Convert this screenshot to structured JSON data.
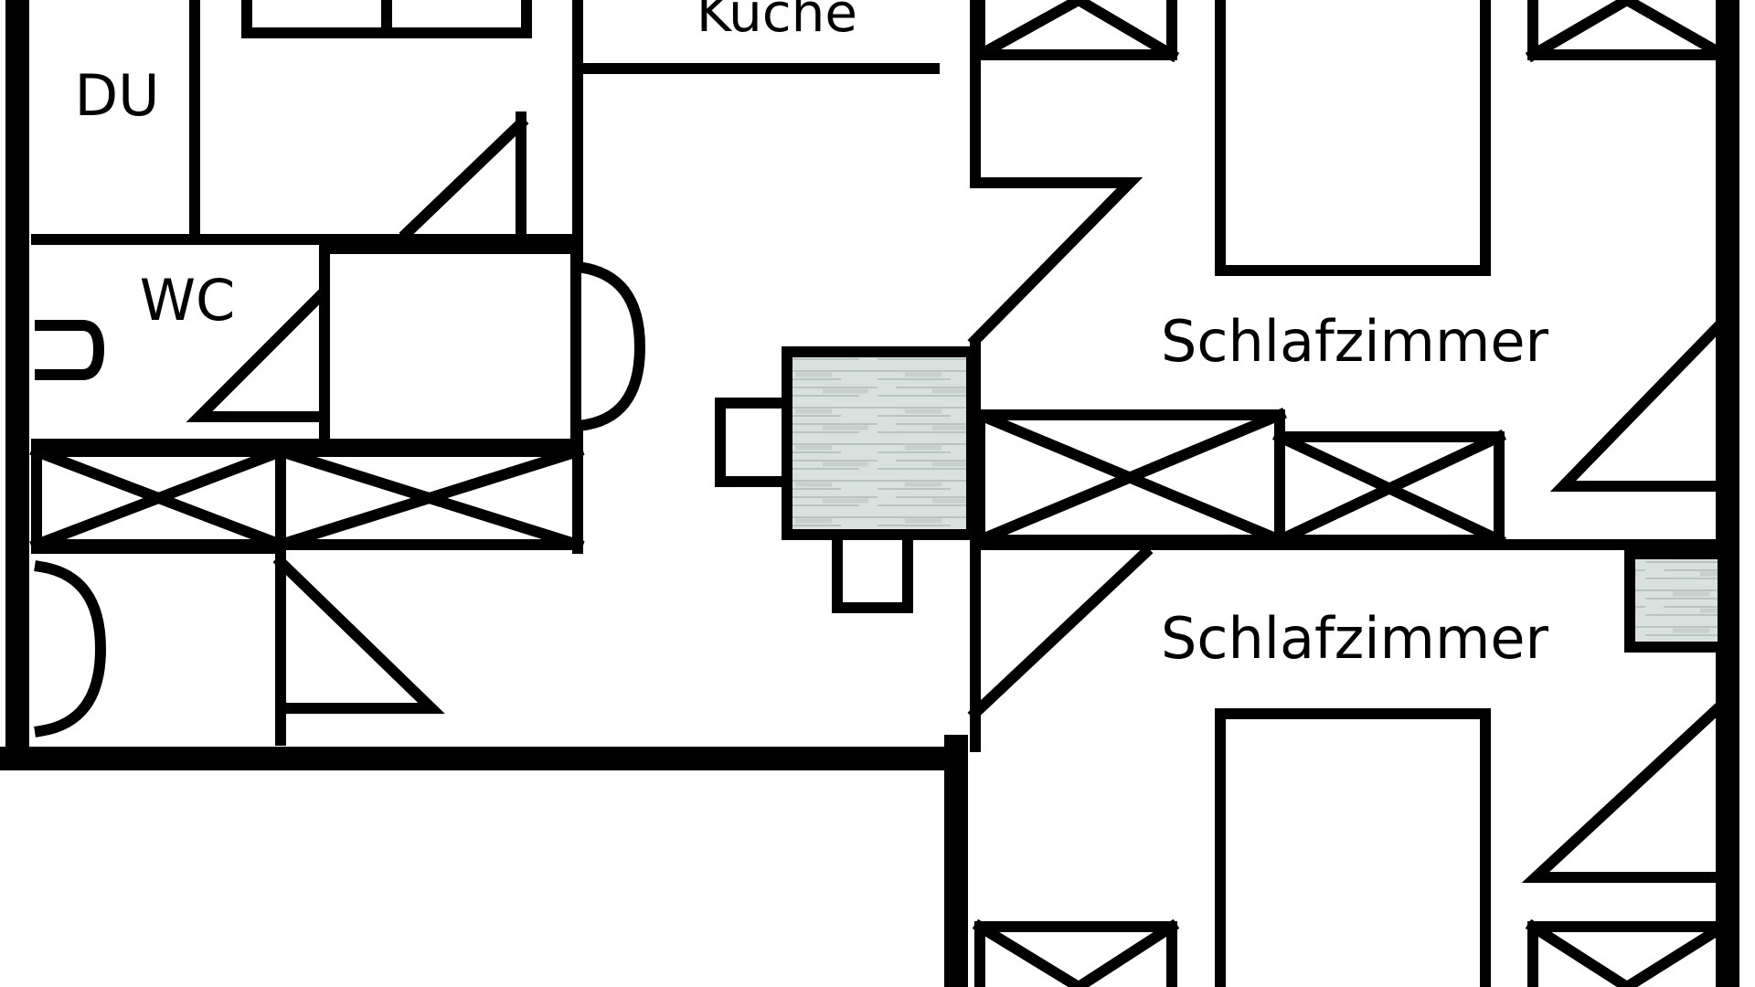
{
  "labels": {
    "kueche": "Küche",
    "du": "DU",
    "wc": "WC",
    "schlafzimmer_1": "Schlafzimmer",
    "schlafzimmer_2": "Schlafzimmer"
  },
  "colors": {
    "line": "#000000",
    "background": "#ffffff",
    "tile": "#d9e1df",
    "tile_grain": "#b9c4c1"
  }
}
